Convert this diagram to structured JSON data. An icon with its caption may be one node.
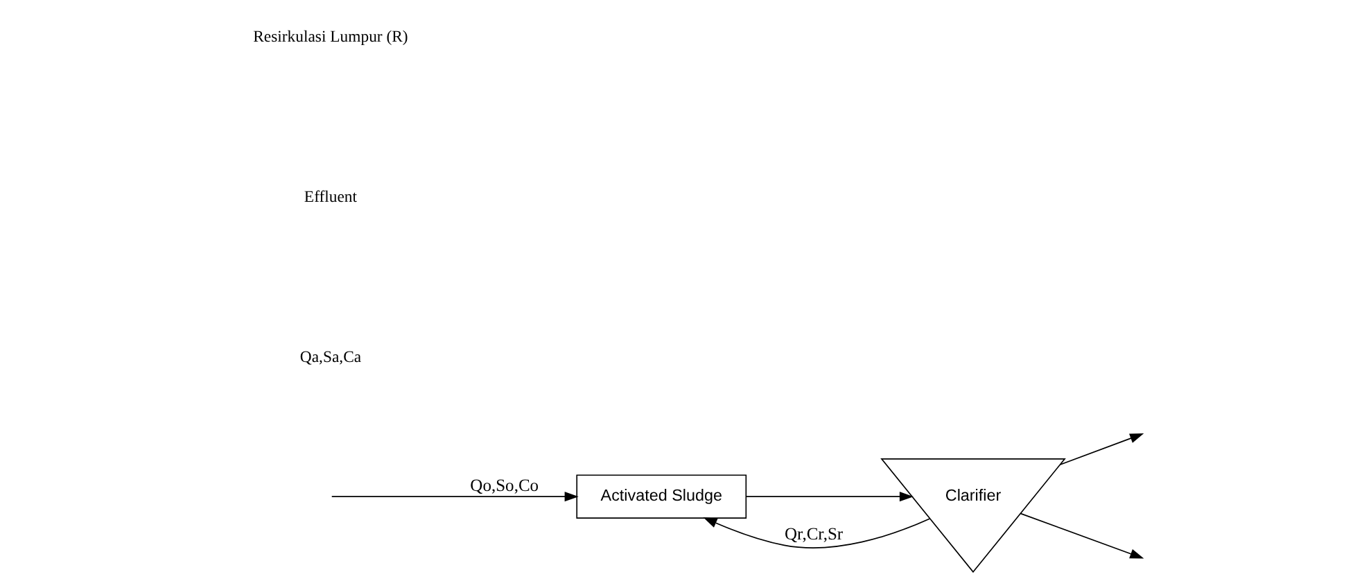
{
  "diagram": {
    "nodes": [
      {
        "text": [
          "Activated Sludge"
        ]
      },
      {
        "text": [
          "Clarifier"
        ]
      }
    ],
    "edges": [
      {
        "from": null,
        "to": 0,
        "arrow": "to",
        "label": "Qo,So,Co"
      },
      {
        "from": 0,
        "to": 1,
        "arrow": "to"
      },
      {
        "from": 1,
        "to": null,
        "arrow": "to"
      },
      {
        "from": 1,
        "to": 0,
        "arrow": "to",
        "label": "Qr,Cr,Sr"
      },
      {
        "from": 1,
        "to": null,
        "arrow": "to"
      }
    ],
    "labels": [
      "Qa,Sa,Ca",
      "Effluent",
      "Resirkulasi Lumpur (R)"
    ]
  }
}
